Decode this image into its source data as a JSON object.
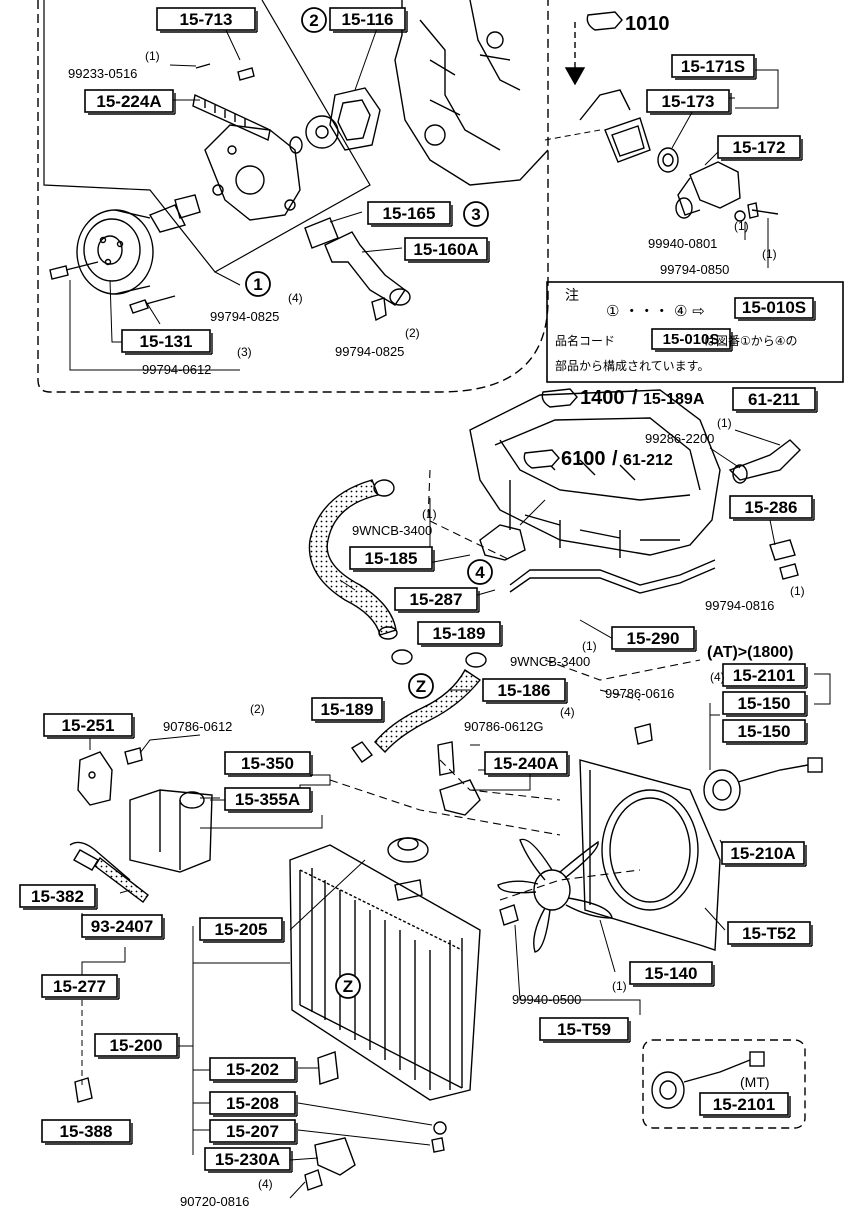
{
  "part_boxes": [
    {
      "text": "15-713"
    },
    {
      "text": "15-116"
    },
    {
      "text": "15-224A"
    },
    {
      "text": "15-171S"
    },
    {
      "text": "15-173"
    },
    {
      "text": "15-172"
    },
    {
      "text": "15-165"
    },
    {
      "text": "15-160A"
    },
    {
      "text": "15-131"
    },
    {
      "text": "15-010S"
    },
    {
      "text": "61-211"
    },
    {
      "text": "15-286"
    },
    {
      "text": "15-185"
    },
    {
      "text": "15-287"
    },
    {
      "text": "15-189"
    },
    {
      "text": "15-290"
    },
    {
      "text": "15-186"
    },
    {
      "text": "15-2101"
    },
    {
      "text": "15-150"
    },
    {
      "text": "15-150"
    },
    {
      "text": "15-251"
    },
    {
      "text": "15-189"
    },
    {
      "text": "15-350"
    },
    {
      "text": "15-355A"
    },
    {
      "text": "15-240A"
    },
    {
      "text": "15-210A"
    },
    {
      "text": "15-382"
    },
    {
      "text": "93-2407"
    },
    {
      "text": "15-205"
    },
    {
      "text": "15-T52"
    },
    {
      "text": "15-277"
    },
    {
      "text": "15-140"
    },
    {
      "text": "15-T59"
    },
    {
      "text": "15-200"
    },
    {
      "text": "15-202"
    },
    {
      "text": "15-208"
    },
    {
      "text": "15-207"
    },
    {
      "text": "15-388"
    },
    {
      "text": "15-230A"
    },
    {
      "text": "15-2101"
    },
    {
      "text": "15-010S"
    }
  ],
  "part_numbers": [
    {
      "text": "99233-0516"
    },
    {
      "text": "99940-0801"
    },
    {
      "text": "99794-0850"
    },
    {
      "text": "99794-0825"
    },
    {
      "text": "99794-0825"
    },
    {
      "text": "99794-0612"
    },
    {
      "text": "99286-2200"
    },
    {
      "text": "9WNCB-3400"
    },
    {
      "text": "99794-0816"
    },
    {
      "text": "9WNCB-3400"
    },
    {
      "text": "99786-0616"
    },
    {
      "text": "90786-0612"
    },
    {
      "text": "90786-0612G"
    },
    {
      "text": "99940-0500"
    },
    {
      "text": "90720-0816"
    }
  ],
  "quantities": [
    {
      "text": "(1)"
    },
    {
      "text": "(1)"
    },
    {
      "text": "(1)"
    },
    {
      "text": "(4)"
    },
    {
      "text": "(2)"
    },
    {
      "text": "(3)"
    },
    {
      "text": "(1)"
    },
    {
      "text": "(1)"
    },
    {
      "text": "(1)"
    },
    {
      "text": "(1)"
    },
    {
      "text": "(4)"
    },
    {
      "text": "(2)"
    },
    {
      "text": "(4)"
    },
    {
      "text": "(1)"
    },
    {
      "text": "(4)"
    }
  ],
  "circled": [
    {
      "text": "2"
    },
    {
      "text": "3"
    },
    {
      "text": "1"
    },
    {
      "text": "4"
    },
    {
      "text": "Z"
    },
    {
      "text": "Z"
    }
  ],
  "refs": {
    "ref_1010": "1010",
    "ref_1400": "1400",
    "ref_15_189A": "15-189A",
    "ref_6100": "6100",
    "ref_61_212": "61-212",
    "slash": "/"
  },
  "variants": {
    "at_1800": "(AT)>(1800)",
    "mt": "(MT)"
  },
  "note": {
    "title": "注",
    "range": "① ・・・ ④ ⇨",
    "line2_a": "品名コード",
    "line2_b": "は図番①から④の",
    "line3": "部品から構成されています。"
  }
}
